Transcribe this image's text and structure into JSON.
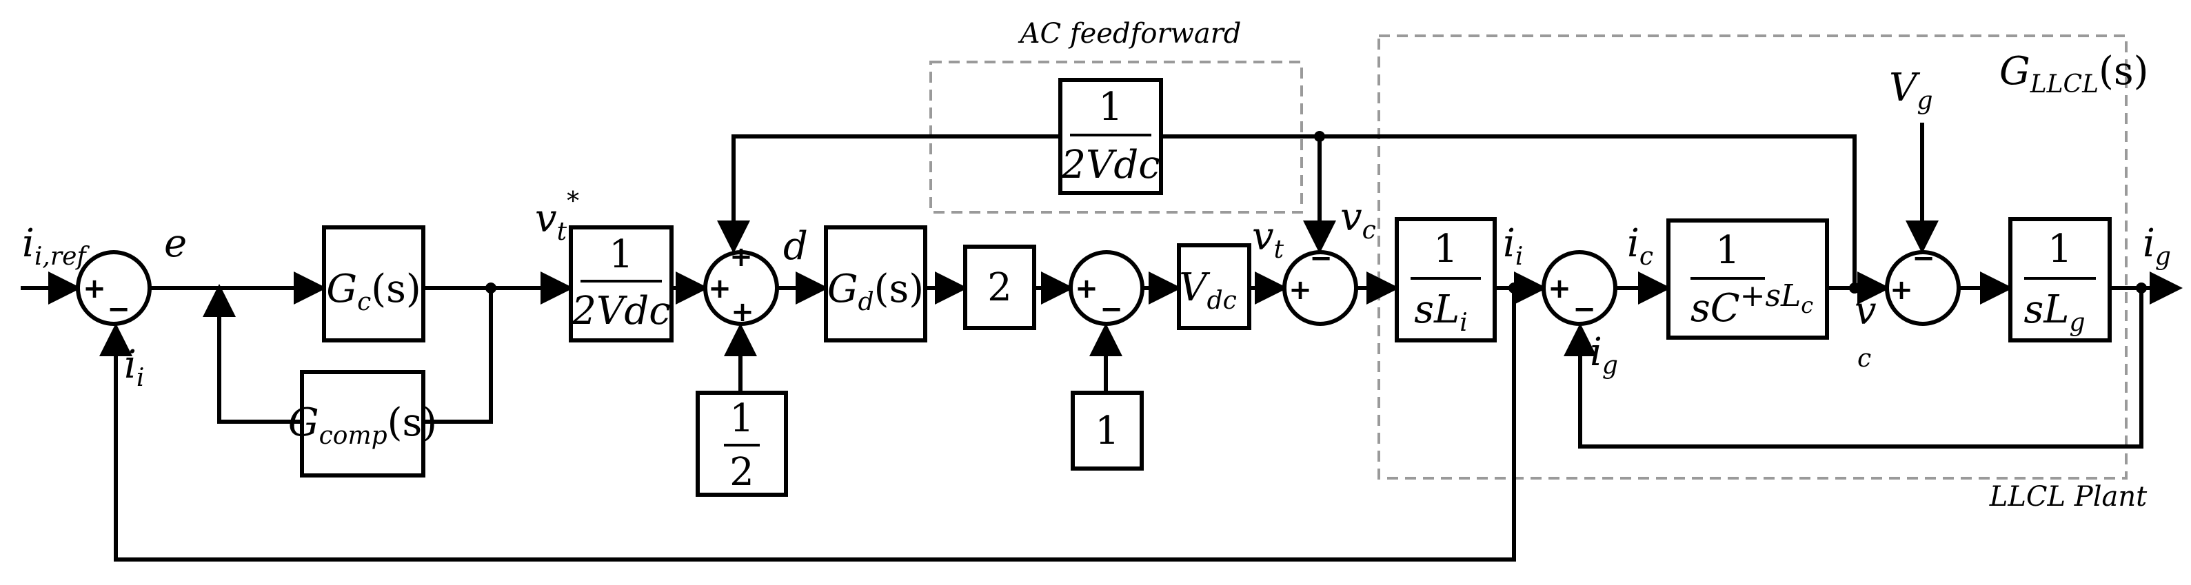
{
  "regions": {
    "ac_feedforward": "AC feedforward",
    "plant_name": "LLCL Plant",
    "plant_tf": "G",
    "plant_tf_sub": "LLCL",
    "plant_tf_arg": "(s)"
  },
  "blocks": {
    "gc": {
      "main": "G",
      "sub": "c",
      "arg": "(s)"
    },
    "gcomp": {
      "main": "G",
      "sub": "comp",
      "arg": "(s)"
    },
    "inv_2vdc_1": {
      "num": "1",
      "den": "2Vdc"
    },
    "inv_2vdc_ff": {
      "num": "1",
      "den": "2Vdc"
    },
    "half": {
      "num": "1",
      "den": "2"
    },
    "gd": {
      "main": "G",
      "sub": "d",
      "arg": "(s)"
    },
    "two": "2",
    "one": "1",
    "vdc": {
      "main": "V",
      "sub": "dc"
    },
    "sli": {
      "num": "1",
      "den": "sL",
      "den_sub": "i"
    },
    "cap": {
      "num": "1",
      "den": "sC",
      "tail": "+sL",
      "tail_sub": "c"
    },
    "slg": {
      "num": "1",
      "den": "sL",
      "den_sub": "g"
    }
  },
  "signals": {
    "iref_main": "i",
    "iref_sub": "i,ref",
    "e": "e",
    "vt_star_main": "v",
    "vt_star_sub": "t",
    "vt_star_sup": "*",
    "d": "d",
    "vt_main": "v",
    "vt_sub": "t",
    "vc_main": "v",
    "vc_sub": "c",
    "ii_main": "i",
    "ii_sub": "i",
    "ic_main": "i",
    "ic_sub": "c",
    "ig_main": "i",
    "ig_sub": "g",
    "v_node": "v",
    "c_node": "c",
    "vg_main": "V",
    "vg_sub": "g"
  },
  "signs": {
    "plus": "+",
    "minus": "−"
  }
}
